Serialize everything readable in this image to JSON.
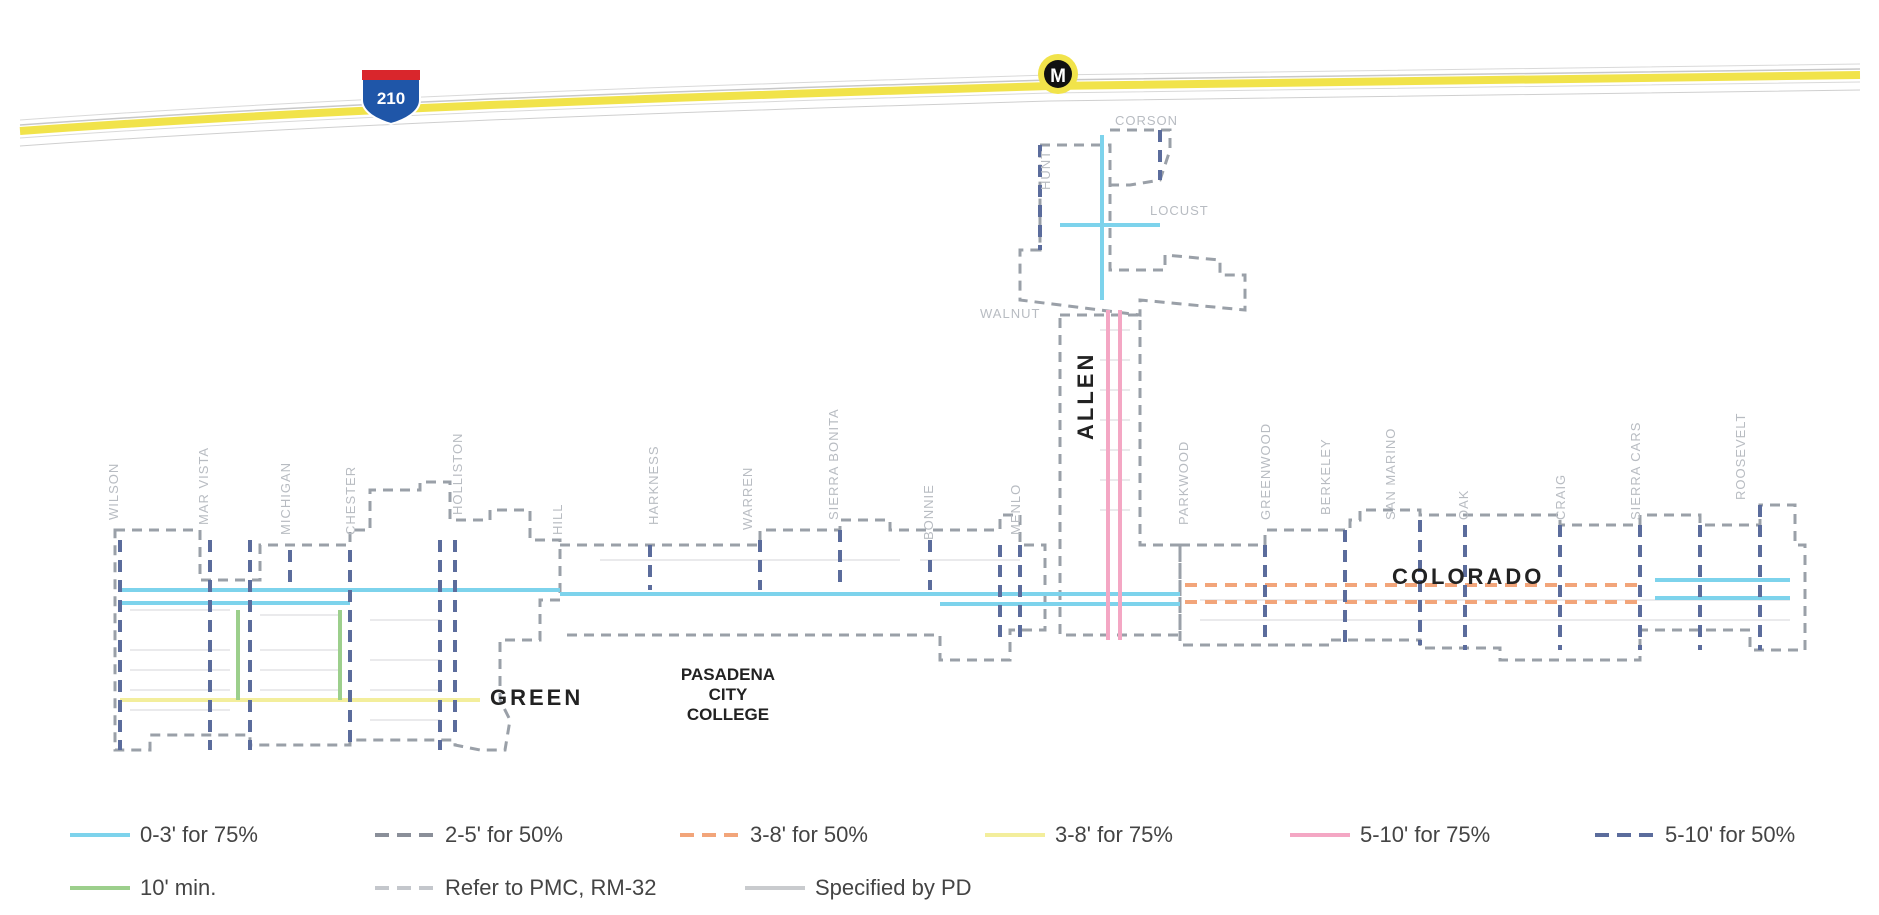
{
  "highway": {
    "shield_number": "210",
    "metro_symbol": "M"
  },
  "streets": {
    "primary": [
      {
        "id": "green",
        "label": "GREEN"
      },
      {
        "id": "colorado",
        "label": "COLORADO"
      },
      {
        "id": "allen",
        "label": "ALLEN"
      }
    ],
    "cross": [
      "WILSON",
      "MAR VISTA",
      "MICHIGAN",
      "CHESTER",
      "HOLLISTON",
      "HILL",
      "HARKNESS",
      "WARREN",
      "SIERRA BONITA",
      "BONNIE",
      "MENLO",
      "PARKWOOD",
      "GREENWOOD",
      "BERKELEY",
      "SAN MARINO",
      "OAK",
      "CRAIG",
      "SIERRA CARS",
      "ROOSEVELT",
      "CORSON",
      "LOCUST",
      "WALNUT",
      "ALLEN",
      "SAN MARINO"
    ],
    "vertical_north": [
      "HUNT"
    ]
  },
  "landmark": {
    "line1": "PASADENA",
    "line2": "CITY",
    "line3": "COLLEGE"
  },
  "legend": [
    {
      "id": "l1",
      "label": "0-3' for 75%",
      "color": "#7dd3ec",
      "style": "solid"
    },
    {
      "id": "l2",
      "label": "2-5' for 50%",
      "color": "#8a8f99",
      "style": "dashed"
    },
    {
      "id": "l3",
      "label": "3-8' for 50%",
      "color": "#f2a57a",
      "style": "dashed"
    },
    {
      "id": "l4",
      "label": "3-8' for 75%",
      "color": "#f3ee9c",
      "style": "solid"
    },
    {
      "id": "l5",
      "label": "5-10' for 75%",
      "color": "#f4a7c4",
      "style": "solid"
    },
    {
      "id": "l6",
      "label": "5-10' for 50%",
      "color": "#5b6c9c",
      "style": "dashed"
    },
    {
      "id": "l7",
      "label": "10' min.",
      "color": "#9ccf8c",
      "style": "solid"
    },
    {
      "id": "l8",
      "label": "Refer to PMC, RM-32",
      "color": "#c4c7cc",
      "style": "dashed"
    },
    {
      "id": "l9",
      "label": "Specified by PD",
      "color": "#c9cbce",
      "style": "solid"
    }
  ],
  "colors": {
    "freeway": "#f1e34a",
    "parcel": "#9aa0a8",
    "label_dark": "#222222"
  }
}
